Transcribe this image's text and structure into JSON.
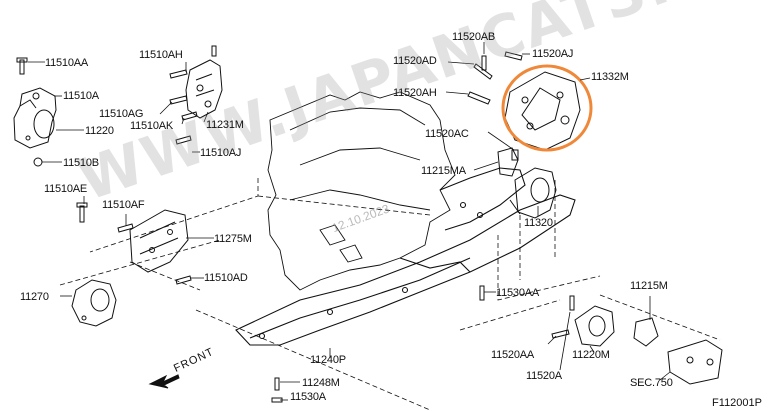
{
  "watermark": "WWW.JAPANCATS.RU",
  "date_stamp": "12.10.2023",
  "front_label": "FRONT",
  "figure_code": "F112001P",
  "highlight_color": "#f0883a",
  "labels": {
    "p11510AA": "11510AA",
    "p11510A": "11510A",
    "p11220": "11220",
    "p11510B": "11510B",
    "p11510AE": "11510AE",
    "p11510AF": "11510AF",
    "p11275M": "11275M",
    "p11510AD": "11510AD",
    "p11270": "11270",
    "p11510AH": "11510AH",
    "p11510AG": "11510AG",
    "p11510AK": "11510AK",
    "p11231M": "11231M",
    "p11510AJ": "11510AJ",
    "p11520AB": "11520AB",
    "p11520AD": "11520AD",
    "p11520AJ": "11520AJ",
    "p11520AH": "11520AH",
    "p11332M": "11332M",
    "p11520AC": "11520AC",
    "p11215MA": "11215MA",
    "p11320": "11320",
    "p11530AA": "11530AA",
    "p11215M": "11215M",
    "p11240P": "11240P",
    "p11248M": "11248M",
    "p11530A": "11530A",
    "p11520AA": "11520AA",
    "p11220M": "11220M",
    "p11520A": "11520A",
    "sec750": "SEC.750"
  }
}
